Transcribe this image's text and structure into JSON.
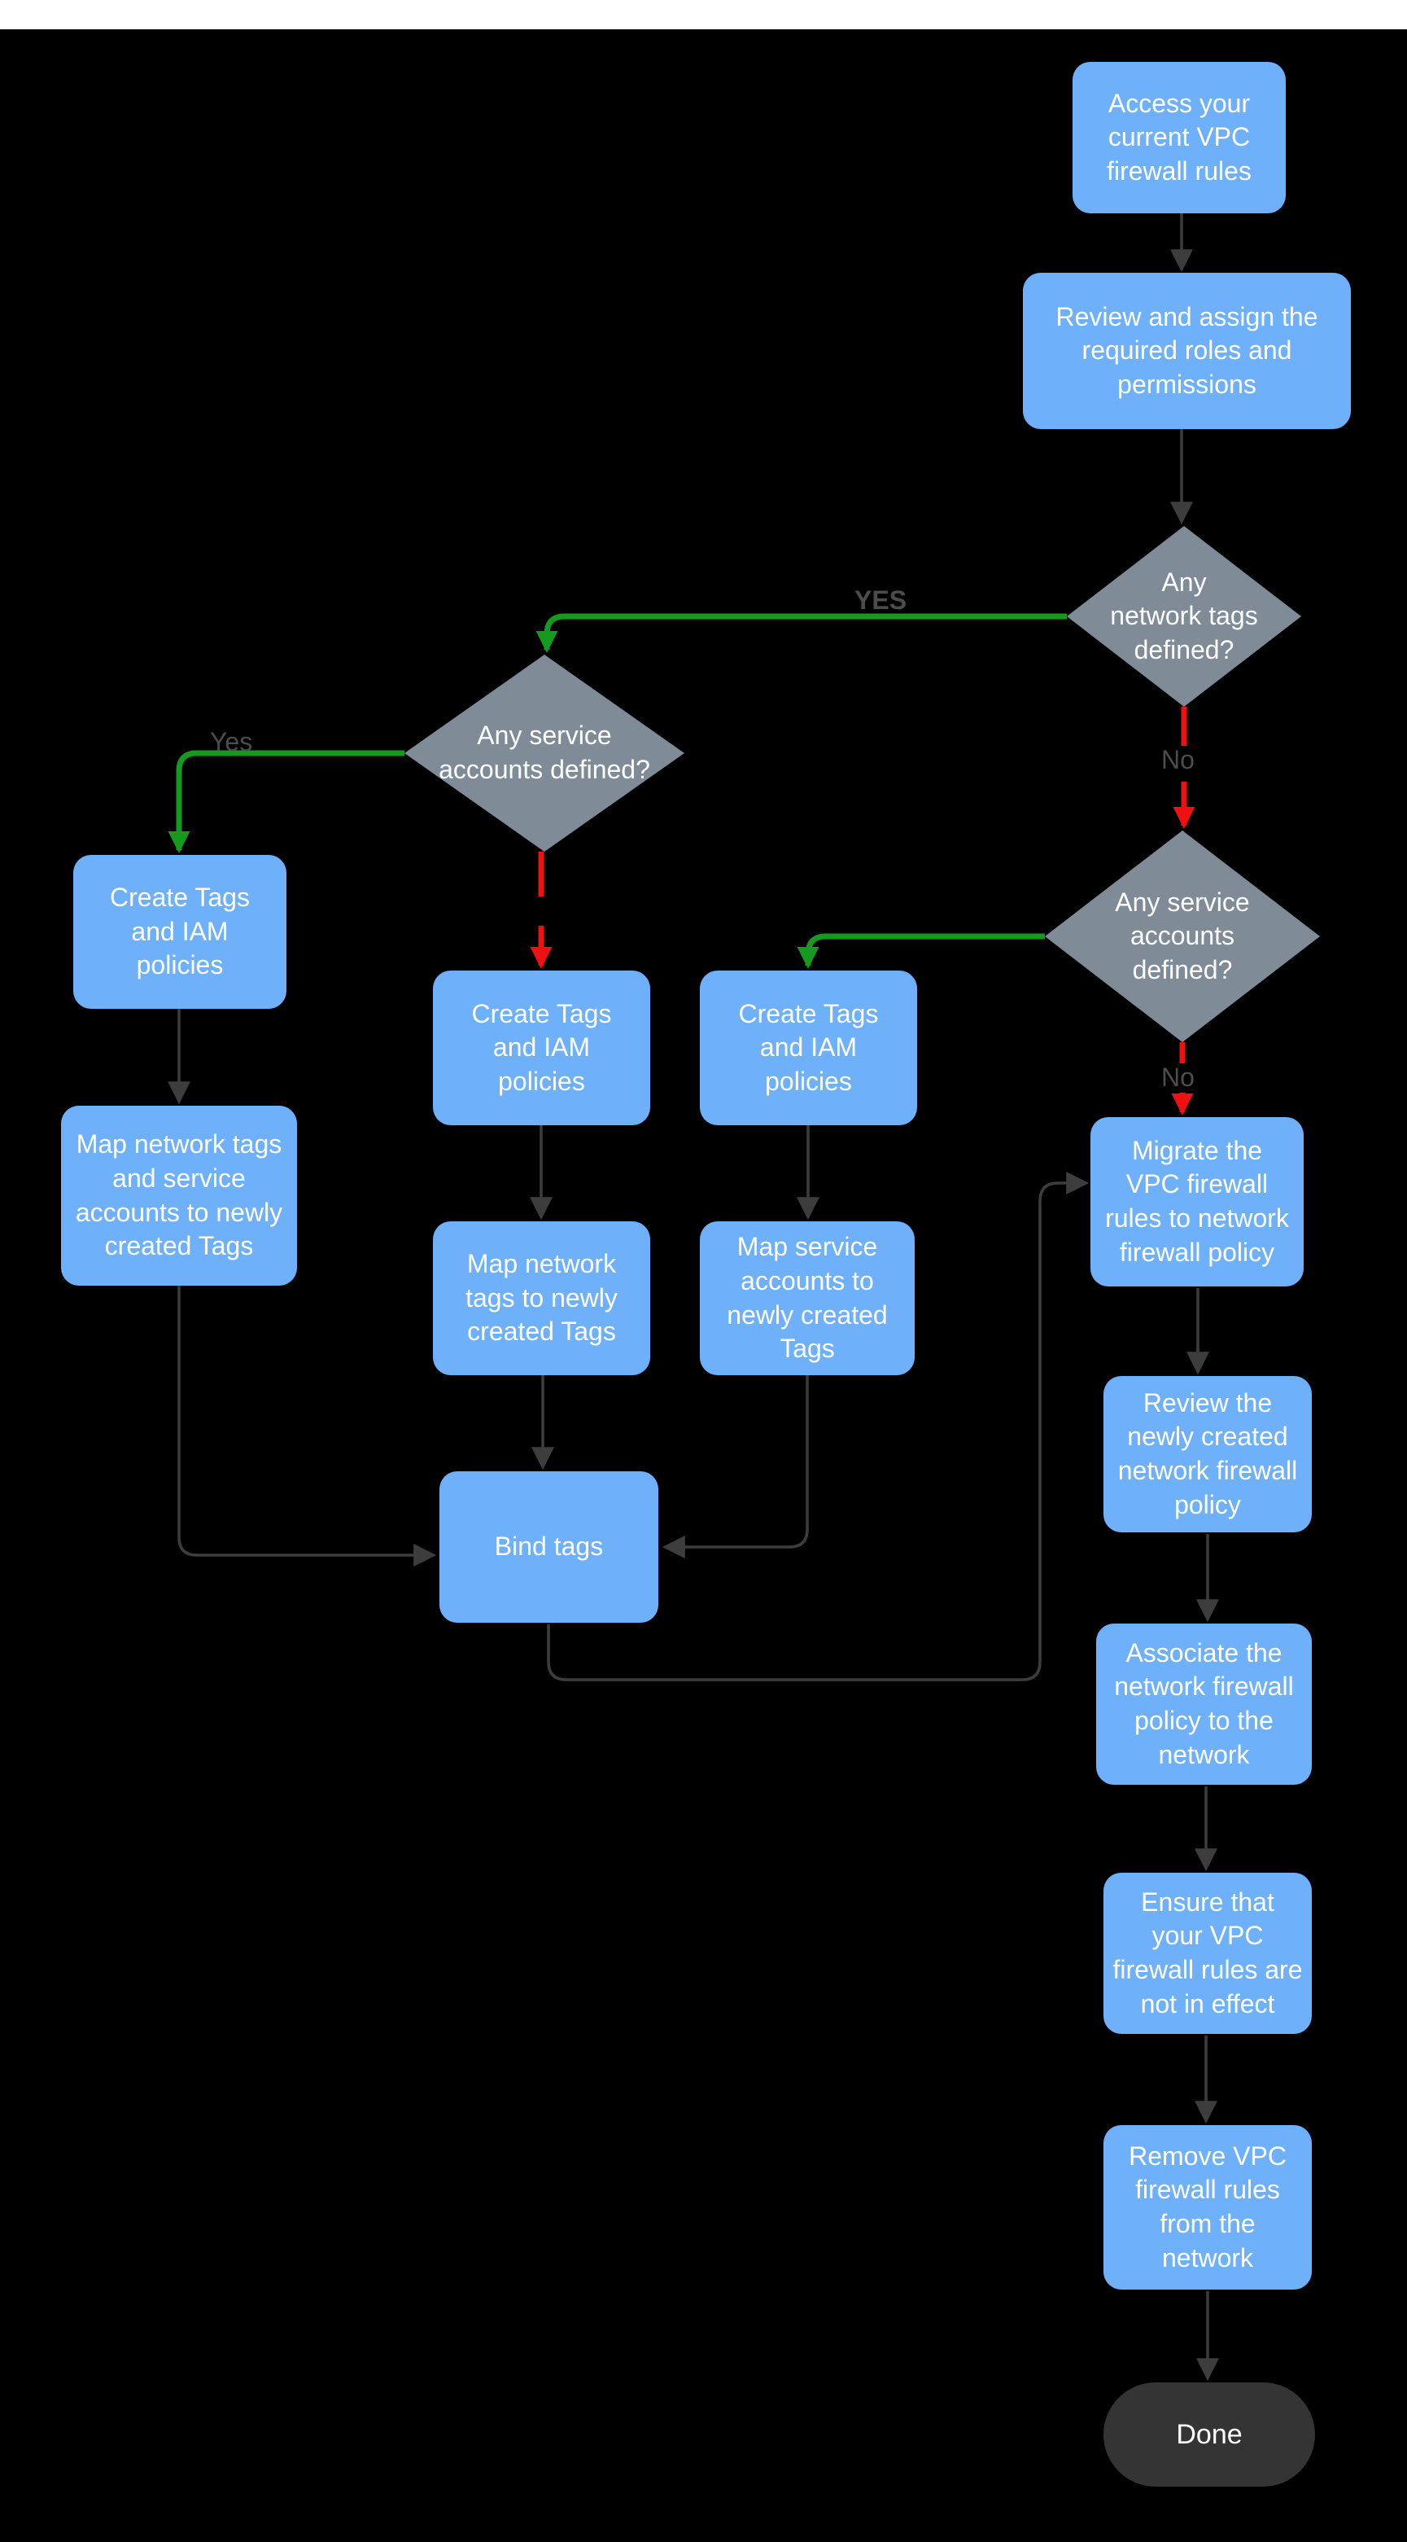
{
  "colors": {
    "background": "#000000",
    "top_bar": "#ffffff",
    "process_fill": "#6fb0fb",
    "decision_fill": "#7f8b97",
    "terminator_fill": "#343434",
    "node_text": "#ffffff",
    "edge": "#3d3d3d",
    "yes_edge_green": "#169a1e",
    "no_edge_red": "#ee1111",
    "edge_label_text": "#4c4c4c"
  },
  "nodes": {
    "access": {
      "label": "Access your\ncurrent VPC\nfirewall rules"
    },
    "review_roles": {
      "label": "Review and assign the\nrequired roles and\npermissions"
    },
    "network_tags_defined": {
      "label": "Any\nnetwork tags\ndefined?"
    },
    "service_accounts_defined_left": {
      "label": "Any service\naccounts defined?"
    },
    "service_accounts_defined_right": {
      "label": "Any service\naccounts\ndefined?"
    },
    "create_tags_left": {
      "label": "Create Tags\nand IAM\npolicies"
    },
    "create_tags_mid": {
      "label": "Create Tags\nand IAM\npolicies"
    },
    "create_tags_right": {
      "label": "Create Tags\nand IAM\npolicies"
    },
    "map_network_and_service": {
      "label": "Map network tags\nand service\naccounts to newly\ncreated Tags"
    },
    "map_network_tags": {
      "label": "Map network\ntags to newly\ncreated Tags"
    },
    "map_service_accounts": {
      "label": "Map service\naccounts  to\nnewly created\nTags"
    },
    "bind_tags": {
      "label": "Bind tags"
    },
    "migrate": {
      "label": "Migrate the\nVPC firewall\nrules to network\nfirewall policy"
    },
    "review_policy": {
      "label": "Review the\nnewly created\nnetwork firewall\npolicy"
    },
    "associate": {
      "label": "Associate the\nnetwork firewall\npolicy to the\nnetwork"
    },
    "ensure": {
      "label": "Ensure that\nyour VPC\nfirewall rules are\nnot in effect"
    },
    "remove": {
      "label": "Remove  VPC\nfirewall rules\nfrom the\nnetwork"
    },
    "done": {
      "label": "Done"
    }
  },
  "edge_labels": {
    "yes_network_tags": "YES",
    "yes_service_accounts": "Yes",
    "no_network_tags": "No",
    "no_service_accounts": "No"
  }
}
